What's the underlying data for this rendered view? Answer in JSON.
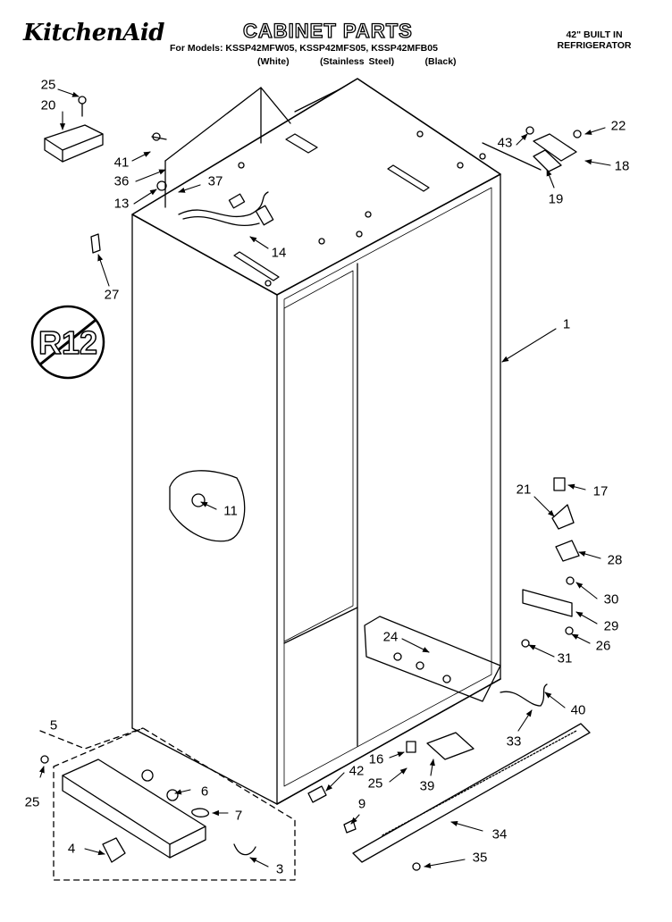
{
  "header": {
    "brand": "KitchenAid",
    "title": "CABINET PARTS",
    "models_line": "For Models: KSSP42MFW05, KSSP42MFS05, KSSP42MFB05",
    "variants": [
      "(White)",
      "(Stainless Steel)",
      "(Black)"
    ],
    "spec_line1": "42\" BUILT IN",
    "spec_line2": "REFRIGERATOR"
  },
  "badge": {
    "text": "R12"
  },
  "callouts": [
    {
      "id": "25a",
      "label": "25"
    },
    {
      "id": "20",
      "label": "20"
    },
    {
      "id": "41",
      "label": "41"
    },
    {
      "id": "36",
      "label": "36"
    },
    {
      "id": "37",
      "label": "37"
    },
    {
      "id": "13",
      "label": "13"
    },
    {
      "id": "14",
      "label": "14"
    },
    {
      "id": "27",
      "label": "27"
    },
    {
      "id": "43",
      "label": "43"
    },
    {
      "id": "22",
      "label": "22"
    },
    {
      "id": "18",
      "label": "18"
    },
    {
      "id": "19",
      "label": "19"
    },
    {
      "id": "1",
      "label": "1"
    },
    {
      "id": "11",
      "label": "11"
    },
    {
      "id": "21",
      "label": "21"
    },
    {
      "id": "17",
      "label": "17"
    },
    {
      "id": "28",
      "label": "28"
    },
    {
      "id": "30",
      "label": "30"
    },
    {
      "id": "29",
      "label": "29"
    },
    {
      "id": "24",
      "label": "24"
    },
    {
      "id": "26",
      "label": "26"
    },
    {
      "id": "31",
      "label": "31"
    },
    {
      "id": "40",
      "label": "40"
    },
    {
      "id": "33",
      "label": "33"
    },
    {
      "id": "5",
      "label": "5"
    },
    {
      "id": "25b",
      "label": "25"
    },
    {
      "id": "6",
      "label": "6"
    },
    {
      "id": "7",
      "label": "7"
    },
    {
      "id": "4",
      "label": "4"
    },
    {
      "id": "3",
      "label": "3"
    },
    {
      "id": "16",
      "label": "16"
    },
    {
      "id": "42",
      "label": "42"
    },
    {
      "id": "25c",
      "label": "25"
    },
    {
      "id": "39",
      "label": "39"
    },
    {
      "id": "9",
      "label": "9"
    },
    {
      "id": "34",
      "label": "34"
    },
    {
      "id": "35",
      "label": "35"
    }
  ]
}
